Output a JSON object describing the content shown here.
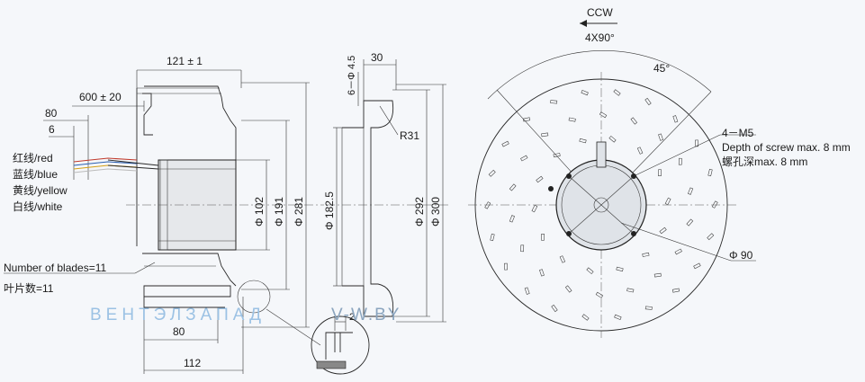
{
  "colors": {
    "background": "#f5f7fa",
    "line": "#2a2a2a",
    "watermark_primary": "#9cc2e4",
    "watermark_secondary": "#8aa4be"
  },
  "side_view": {
    "dim_121": "121 ± 1",
    "dim_600": "600 ± 20",
    "dim_80_top": "80",
    "dim_6": "6",
    "dim_80_bottom": "80",
    "dim_112": "112",
    "dia_102": "Φ 102",
    "dia_191": "Φ 191",
    "dia_281": "Φ 281",
    "wires": [
      {
        "label": "红线/red",
        "color": "#c0392b"
      },
      {
        "label": "蓝线/blue",
        "color": "#2a5fb0"
      },
      {
        "label": "黄线/yellow",
        "color": "#d4a017"
      },
      {
        "label": "白线/white",
        "color": "#bbbbbb"
      }
    ],
    "blades_en": "Number of blades=11",
    "blades_cn": "叶片数=11"
  },
  "section_view": {
    "dim_phi45": "6－Φ 4.5",
    "dim_30": "30",
    "radius": "R31",
    "dia_182": "Φ 182.5",
    "dia_292": "Φ 292",
    "dia_300": "Φ 300",
    "detail_dim": "2"
  },
  "front_view": {
    "rotation": "CCW",
    "pattern": "4X90°",
    "angle": "45°",
    "screw_label": "4－M5",
    "screw_depth_en": "Depth of screw max. 8 mm",
    "screw_depth_cn": "螺孔深max. 8 mm",
    "hub_dia": "Φ 90"
  },
  "watermark": {
    "brand": "ВЕНТЭЛЗАПАД",
    "site": "V-W.BY"
  }
}
